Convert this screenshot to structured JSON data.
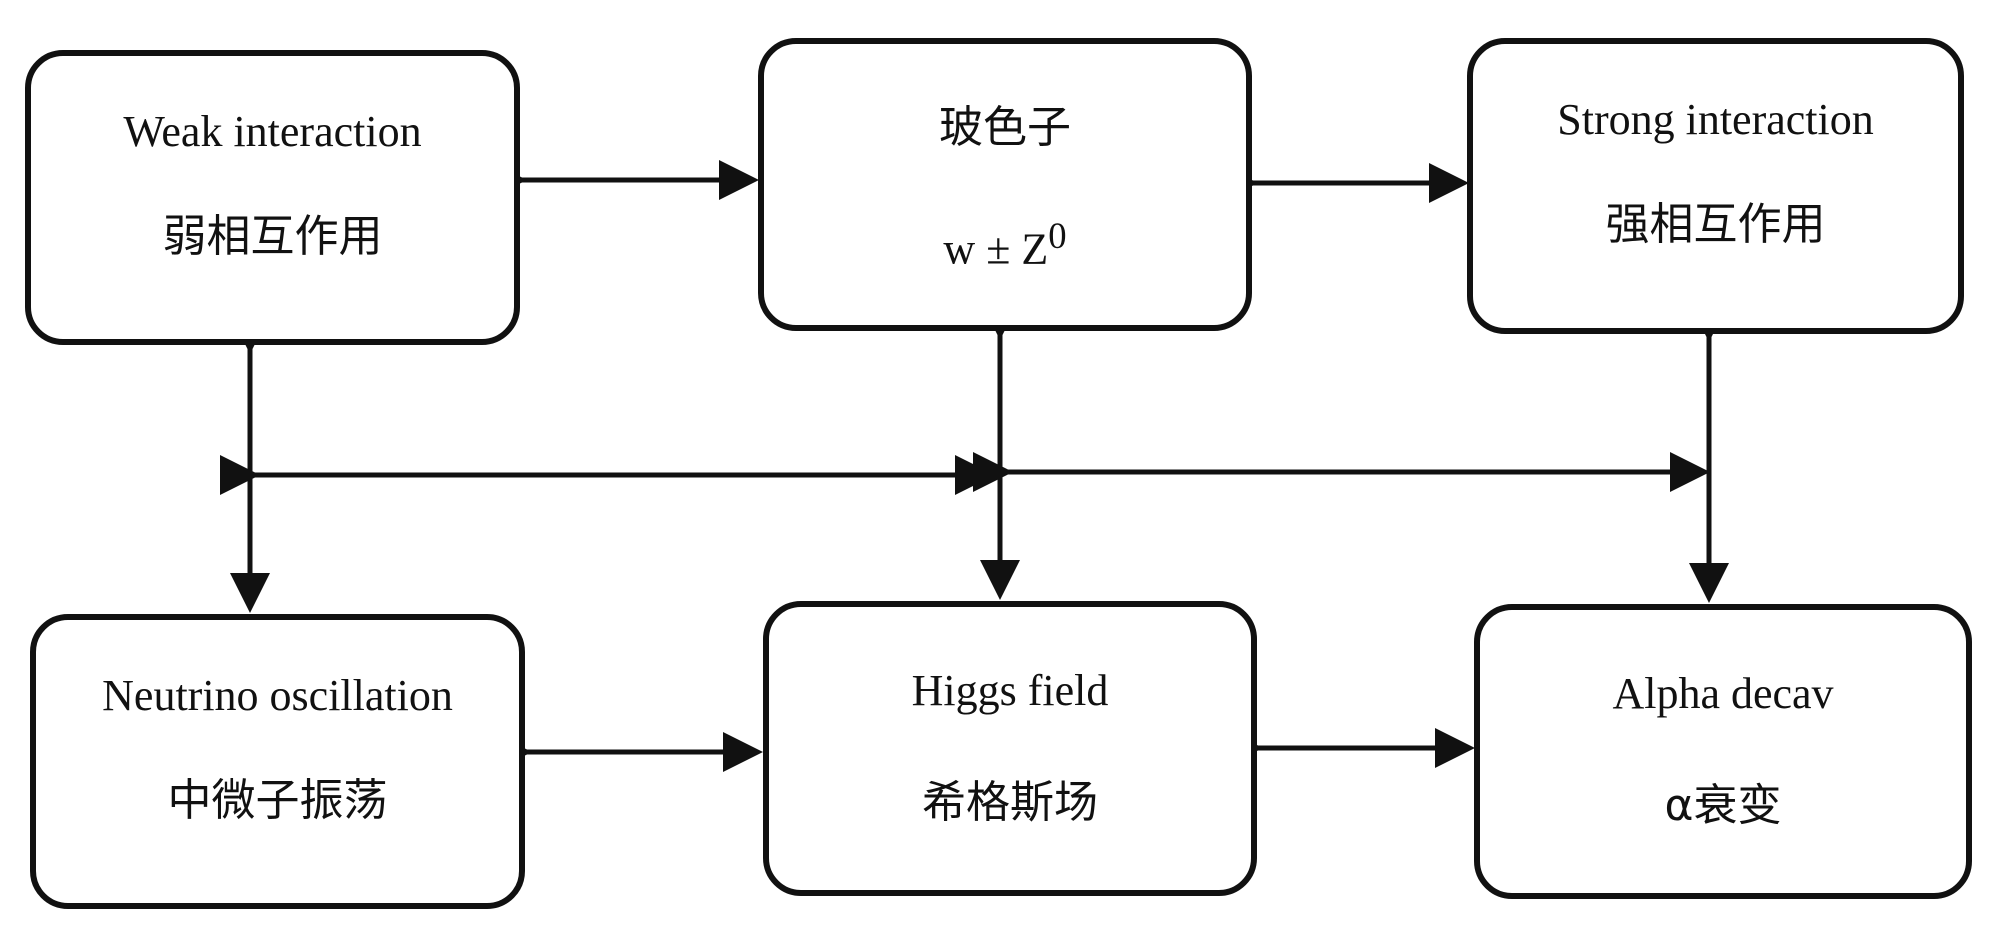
{
  "nodes": {
    "weak": {
      "line1": "Weak interaction",
      "line2": "弱相互作用"
    },
    "boson": {
      "line1": "玻色子",
      "line2_prefix": "w ± Z",
      "line2_sup": "0"
    },
    "strong": {
      "line1": "Strong interaction",
      "line2": "强相互作用"
    },
    "neutrino": {
      "line1": "Neutrino oscillation",
      "line2": "中微子振荡"
    },
    "higgs": {
      "line1": "Higgs field",
      "line2": "希格斯场"
    },
    "alpha": {
      "line1": "Alpha decav",
      "line2": "α衰变"
    }
  },
  "colors": {
    "line": "#111111",
    "box_fill": "#ffffff",
    "background": "#ffffff"
  }
}
